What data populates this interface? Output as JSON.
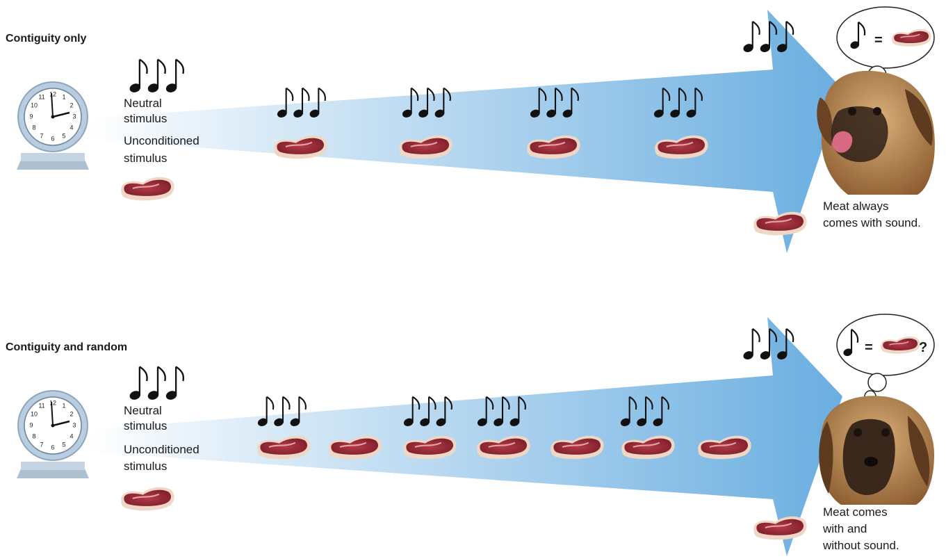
{
  "panels": [
    {
      "title": "Contiguity only",
      "neutral_label": [
        "Neutral",
        "stimulus"
      ],
      "unconditioned_label": [
        "Unconditioned",
        "stimulus"
      ],
      "bubble_equals": "=",
      "bubble_question": "",
      "caption": [
        "Meat always",
        "comes with sound."
      ],
      "pairings": "Every meat presentation is paired with the sound"
    },
    {
      "title": "Contiguity and random",
      "neutral_label": [
        "Neutral",
        "stimulus"
      ],
      "unconditioned_label": [
        "Unconditioned",
        "stimulus"
      ],
      "bubble_equals": "=",
      "bubble_question": "?",
      "caption": [
        "Meat comes",
        "with and",
        "without sound."
      ],
      "pairings": "Some meat presentations occur without the sound"
    }
  ],
  "icons": {
    "clock": "clock-icon",
    "notes": "music-notes-icon",
    "meat": "meat-steak-icon",
    "dog": "dog-icon",
    "thought": "thought-bubble-icon"
  },
  "colors": {
    "arrow_light": "#ffffff",
    "arrow_dark": "#6aaee0",
    "meat": "#9c2e3a",
    "meat_fat": "#f0d6c4",
    "clock_frame": "#b9cde0"
  }
}
